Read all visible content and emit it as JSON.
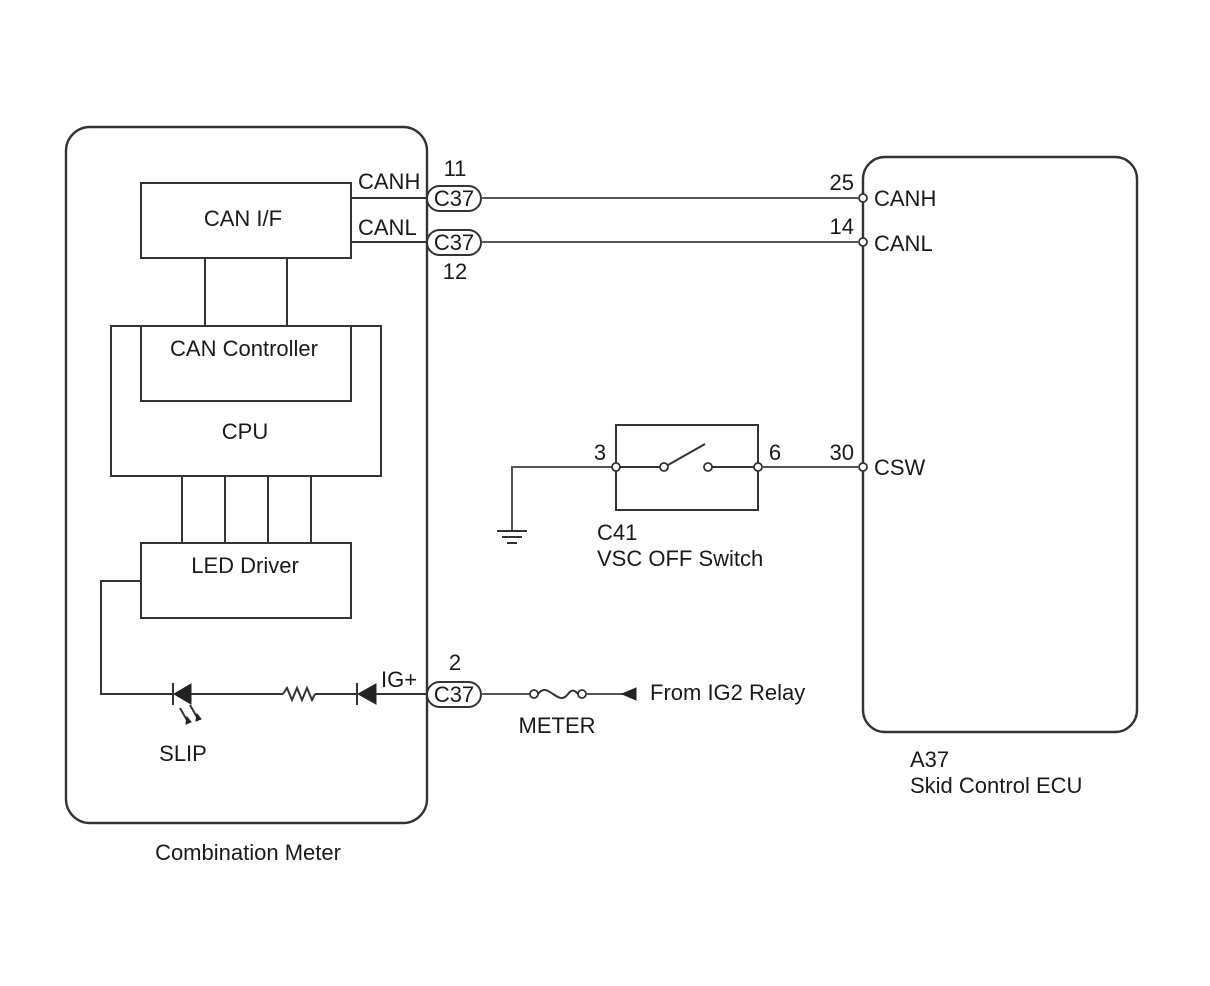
{
  "combination_meter": {
    "title": "Combination Meter",
    "blocks": {
      "can_if": "CAN I/F",
      "can_controller": "CAN Controller",
      "cpu": "CPU",
      "led_driver": "LED Driver"
    },
    "signals": {
      "canh": "CANH",
      "canl": "CANL",
      "ig_plus": "IG+"
    },
    "lamp_label": "SLIP"
  },
  "connectors": {
    "canh": {
      "name": "C37",
      "pin": "11"
    },
    "canl": {
      "name": "C37",
      "pin": "12"
    },
    "ig": {
      "name": "C37",
      "pin": "2"
    }
  },
  "fuse_label": "METER",
  "source_label": "From IG2 Relay",
  "switch": {
    "code": "C41",
    "name": "VSC OFF Switch",
    "pin_left": "3",
    "pin_right": "6"
  },
  "ecu": {
    "code": "A37",
    "name": "Skid Control ECU",
    "pins": [
      {
        "number": "25",
        "signal": "CANH"
      },
      {
        "number": "14",
        "signal": "CANL"
      },
      {
        "number": "30",
        "signal": "CSW"
      }
    ]
  }
}
